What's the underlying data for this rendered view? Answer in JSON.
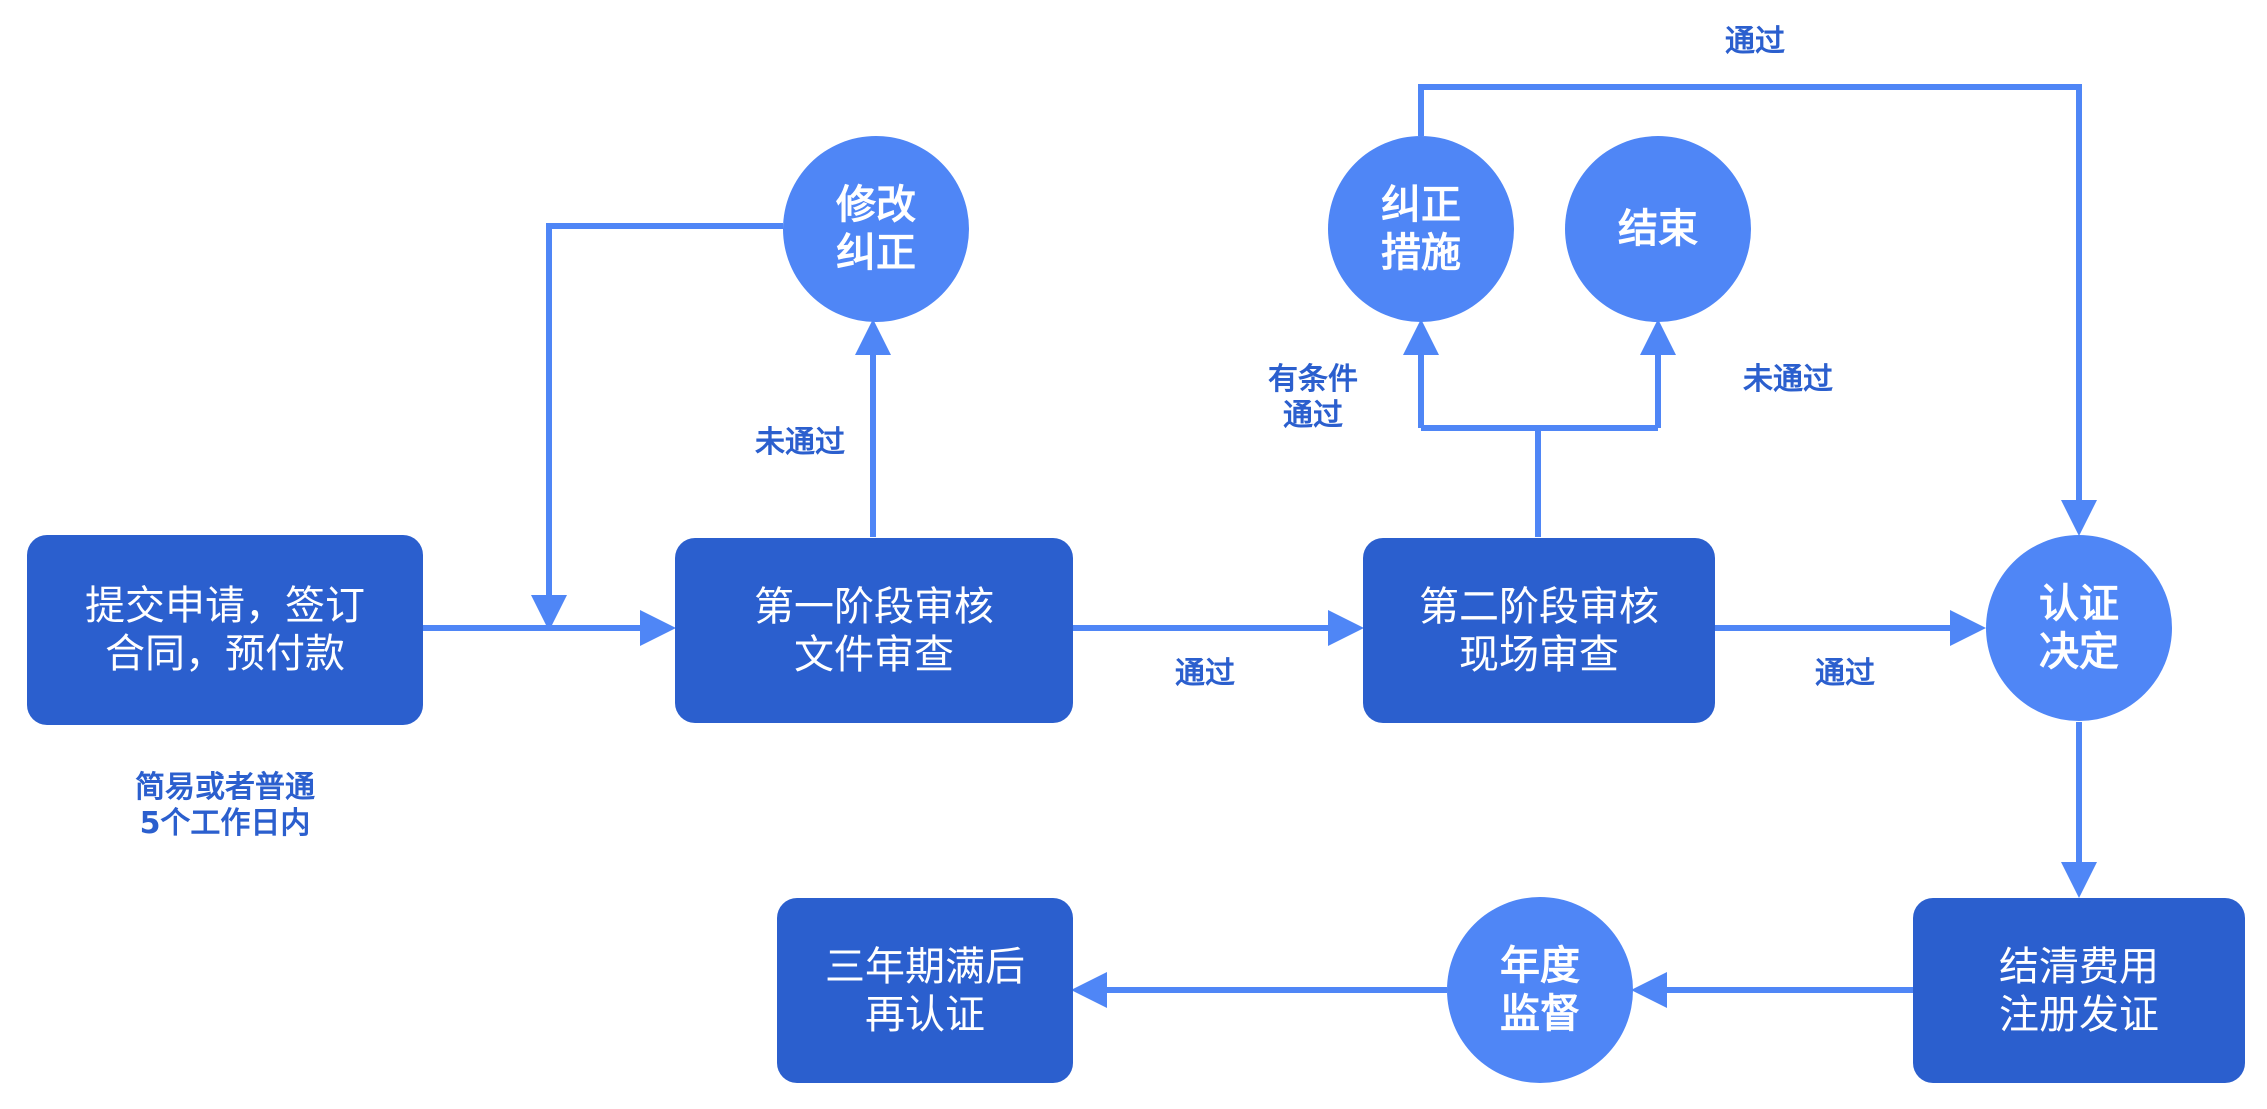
{
  "colors": {
    "box_fill": "#2b5fce",
    "circle_fill": "#4f86f6",
    "arrow": "#4f86f6",
    "label_text": "#2b5fce",
    "node_text": "#ffffff"
  },
  "nodes": {
    "submit": {
      "line1": "提交申请，签订",
      "line2": "合同，预付款"
    },
    "stage1": {
      "line1": "第一阶段审核",
      "line2": "文件审查"
    },
    "stage2": {
      "line1": "第二阶段审核",
      "line2": "现场审查"
    },
    "decision": {
      "line1": "认证",
      "line2": "决定"
    },
    "settle": {
      "line1": "结清费用",
      "line2": "注册发证"
    },
    "annual": {
      "line1": "年度",
      "line2": "监督"
    },
    "recert": {
      "line1": "三年期满后",
      "line2": "再认证"
    },
    "modify": {
      "line1": "修改",
      "line2": "纠正"
    },
    "corrective": {
      "line1": "纠正",
      "line2": "措施"
    },
    "end": {
      "line1": "结束"
    }
  },
  "labels": {
    "note": {
      "line1": "简易或者普通",
      "line2": "5个工作日内"
    },
    "fail_stage1": "未通过",
    "pass_stage1": "通过",
    "pass_stage2": "通过",
    "conditional": {
      "line1": "有条件",
      "line2": "通过"
    },
    "fail_stage2": "未通过",
    "pass_top": "通过"
  }
}
